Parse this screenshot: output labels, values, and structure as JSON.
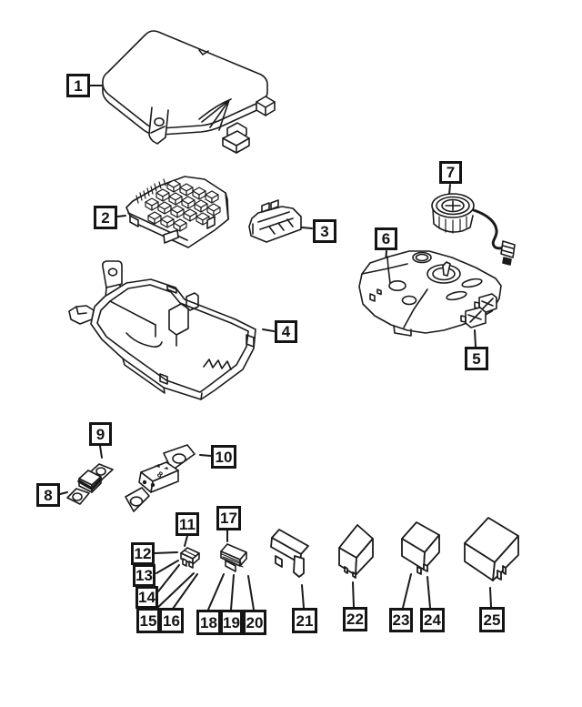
{
  "diagram": {
    "background_color": "#ffffff",
    "line_color": "#1a1a1a",
    "mega_fuse_marking": "8",
    "callouts": [
      "1",
      "2",
      "3",
      "4",
      "5",
      "6",
      "7",
      "8",
      "9",
      "10",
      "11",
      "12",
      "13",
      "14",
      "15",
      "16",
      "17",
      "18",
      "19",
      "20",
      "21",
      "22",
      "23",
      "24",
      "25"
    ]
  }
}
